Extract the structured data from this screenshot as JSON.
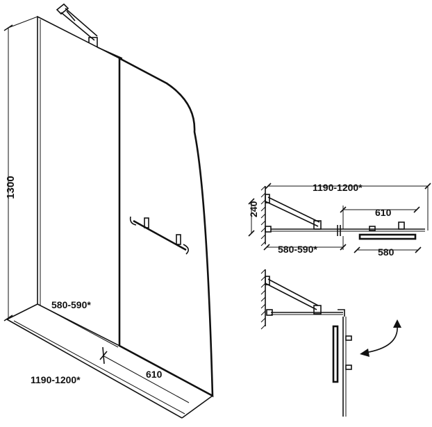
{
  "colors": {
    "line": "#111111",
    "background": "#ffffff"
  },
  "main_view": {
    "height_label": "1300",
    "panel_width_label": "580-590*",
    "total_width_label": "1190-1200*",
    "swing_panel_label": "610"
  },
  "top_view": {
    "total_width_label": "1190-1200*",
    "offset_label": "240",
    "swing_panel_label": "610",
    "fixed_panel_label": "580-590*",
    "handle_label": "580"
  },
  "swing_view": {
    "arrow_icon": "curved-double-arrow-icon"
  }
}
